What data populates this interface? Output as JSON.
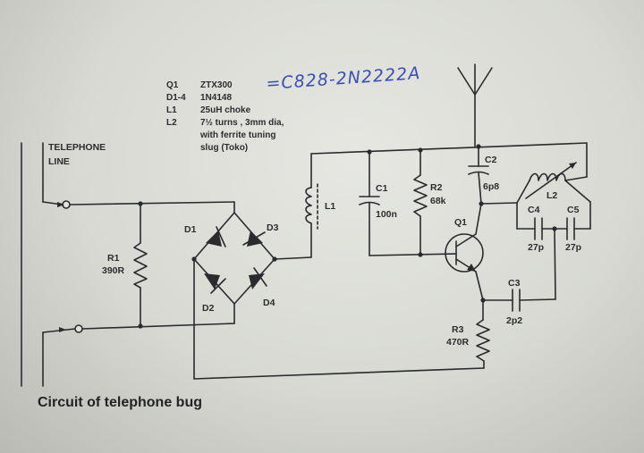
{
  "caption": "Circuit of telephone bug",
  "handwritten_note": "=C828-2N2222A",
  "parts_list": [
    {
      "ref": "Q1",
      "value": "ZTX300"
    },
    {
      "ref": "D1-4",
      "value": "1N4148"
    },
    {
      "ref": "L1",
      "value": "25uH choke"
    },
    {
      "ref": "L2",
      "value": "7½ turns , 3mm dia,"
    },
    {
      "ref": "",
      "value": "with ferrite tuning"
    },
    {
      "ref": "",
      "value": "slug (Toko)"
    }
  ],
  "labels": {
    "telephone": "TELEPHONE",
    "line": "LINE",
    "r1": "R1",
    "r1_value": "390R",
    "d1": "D1",
    "d2": "D2",
    "d3": "D3",
    "d4": "D4",
    "l1": "L1",
    "c1": "C1",
    "c1_value": "100n",
    "r2": "R2",
    "r2_value": "68k",
    "q1": "Q1",
    "c2": "C2",
    "c2_value": "6p8",
    "l2": "L2",
    "c4": "C4",
    "c4_value": "27p",
    "c5": "C5",
    "c5_value": "27p",
    "c3": "C3",
    "c3_value": "2p2",
    "r3": "R3",
    "r3_value": "470R"
  }
}
